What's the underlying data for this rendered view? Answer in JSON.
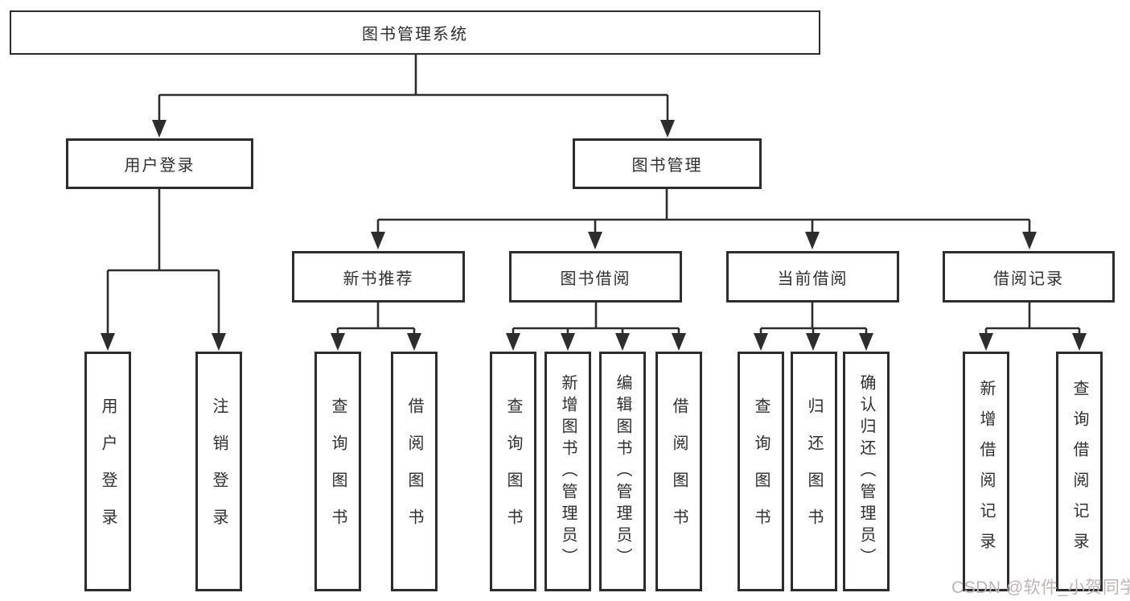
{
  "diagram": {
    "root": {
      "label": "图书管理系统"
    },
    "level2": [
      {
        "label": "用户登录"
      },
      {
        "label": "图书管理"
      }
    ],
    "level3": [
      {
        "label": "新书推荐",
        "parent": "图书管理"
      },
      {
        "label": "图书借阅",
        "parent": "图书管理"
      },
      {
        "label": "当前借阅",
        "parent": "图书管理"
      },
      {
        "label": "借阅记录",
        "parent": "图书管理"
      }
    ],
    "leaves": [
      {
        "label": "用户登录",
        "parent": "用户登录"
      },
      {
        "label": "注销登录",
        "parent": "用户登录"
      },
      {
        "label": "查询图书",
        "parent": "新书推荐"
      },
      {
        "label": "借阅图书",
        "parent": "新书推荐"
      },
      {
        "label": "查询图书",
        "parent": "图书借阅"
      },
      {
        "label": "新增图书（管理员）",
        "parent": "图书借阅"
      },
      {
        "label": "编辑图书（管理员）",
        "parent": "图书借阅"
      },
      {
        "label": "借阅图书",
        "parent": "图书借阅"
      },
      {
        "label": "查询图书",
        "parent": "当前借阅"
      },
      {
        "label": "归还图书",
        "parent": "当前借阅"
      },
      {
        "label": "确认归还（管理员）",
        "parent": "当前借阅"
      },
      {
        "label": "新增借阅记录",
        "parent": "借阅记录"
      },
      {
        "label": "查询借阅记录",
        "parent": "借阅记录"
      }
    ]
  },
  "watermark": "CSDN @软件_小贺同学",
  "colors": {
    "line": "#2d2d2d",
    "text": "#2f2f2f",
    "watermark": "#bdb5b5",
    "background": "#ffffff"
  }
}
